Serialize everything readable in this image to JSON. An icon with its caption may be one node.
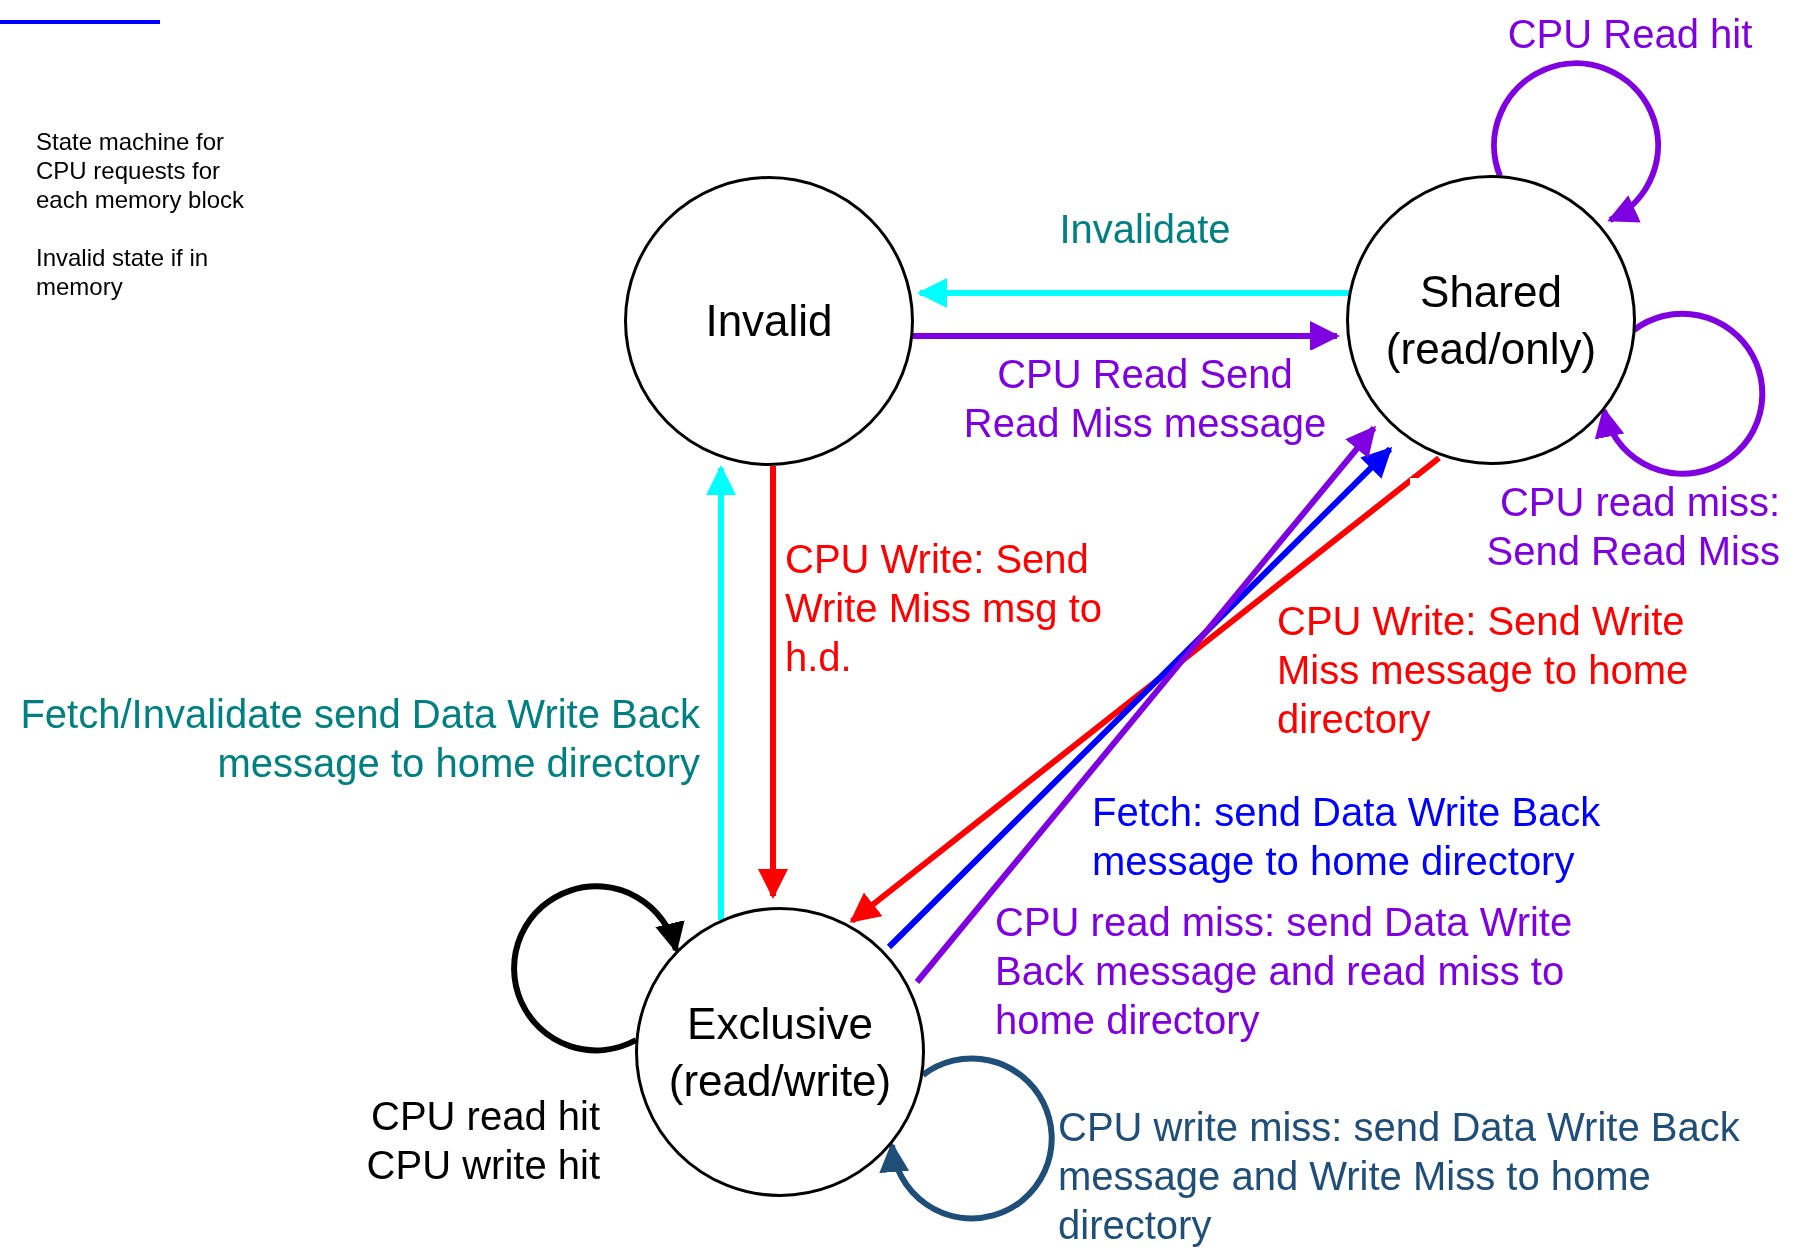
{
  "diagram": {
    "nodes": [
      {
        "text": [
          "Invalid"
        ]
      },
      {
        "text": [
          "Shared (read/only)"
        ]
      },
      {
        "text": [
          "Exclusive (read/write)"
        ]
      }
    ],
    "edges": [
      {
        "from": 1,
        "to": 0,
        "arrow": "to",
        "label": "Invalidate",
        "color": "#00ffff"
      },
      {
        "from": 0,
        "to": 1,
        "arrow": "to",
        "label": "CPU Read Send Read Miss message"
      },
      {
        "from": 1,
        "to": 1,
        "arrow": "to",
        "label": "CPU Read hit"
      },
      {
        "from": 1,
        "to": 1,
        "arrow": "to",
        "label": "CPU read miss: Send Read Miss"
      },
      {
        "from": 0,
        "to": 2,
        "arrow": "to",
        "label": "CPU Write: Send Write Miss msg to h.d.",
        "color": "#ff0000"
      },
      {
        "from": 2,
        "to": 0,
        "arrow": "to",
        "label": "Fetch/Invalidate send Data Write Back message to home directory",
        "color": "#00ffff"
      },
      {
        "from": 1,
        "to": 2,
        "arrow": "to",
        "label": "CPU Write: Send Write Miss message to home directory",
        "color": "#ff0000"
      },
      {
        "from": 2,
        "to": 1,
        "arrow": "to",
        "label": "Fetch: send Data Write Back message to home directory",
        "color": "#0000ff"
      },
      {
        "from": 2,
        "to": 1,
        "arrow": "to",
        "label": "CPU read miss: send Data Write Back message and read miss to home directory"
      },
      {
        "from": 2,
        "to": 2,
        "arrow": "to",
        "label": "CPU read hit CPU write hit",
        "color": "#000000"
      },
      {
        "from": 2,
        "to": 2,
        "arrow": "to",
        "label": "CPU write miss: send Data Write Back message and Write Miss to home directory",
        "color": "#1f4e79"
      }
    ],
    "labels": [
      "State machine for CPU requests for each memory block",
      "Invalid state if in memory"
    ]
  }
}
